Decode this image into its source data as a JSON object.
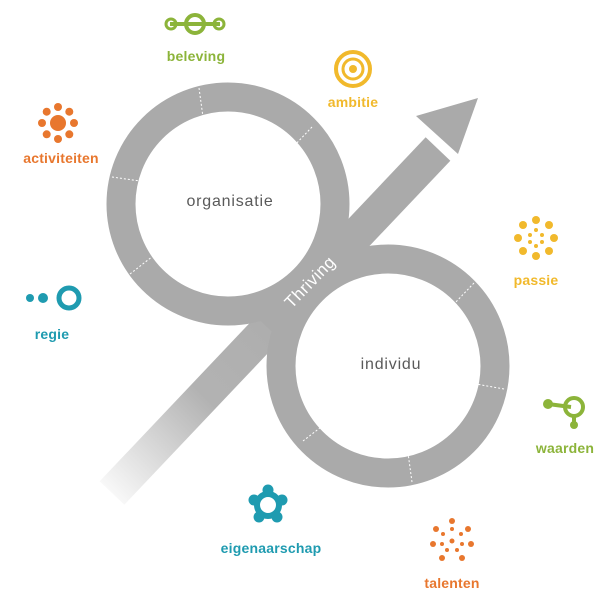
{
  "colors": {
    "green": "#8cb43a",
    "yellow": "#f1b92c",
    "orange": "#e8772e",
    "teal": "#1f9bb0",
    "ring": "#aaaaaa",
    "ring_text": "#5a5a5a"
  },
  "core": {
    "organisatie": "organisatie",
    "individu": "individu",
    "arrow_label": "Thriving"
  },
  "nodes": {
    "beleving": {
      "label": "beleving",
      "icon": "connector-icon",
      "color": "green"
    },
    "ambitie": {
      "label": "ambitie",
      "icon": "target-icon",
      "color": "yellow"
    },
    "activiteiten": {
      "label": "activiteiten",
      "icon": "sun-icon",
      "color": "orange"
    },
    "passie": {
      "label": "passie",
      "icon": "dotted-flower-icon",
      "color": "yellow"
    },
    "regie": {
      "label": "regie",
      "icon": "dots-ring-icon",
      "color": "teal"
    },
    "waarden": {
      "label": "waarden",
      "icon": "branch-icon",
      "color": "green"
    },
    "eigenaarschap": {
      "label": "eigenaarschap",
      "icon": "flower-icon",
      "color": "teal"
    },
    "talenten": {
      "label": "talenten",
      "icon": "spark-icon",
      "color": "orange"
    }
  }
}
